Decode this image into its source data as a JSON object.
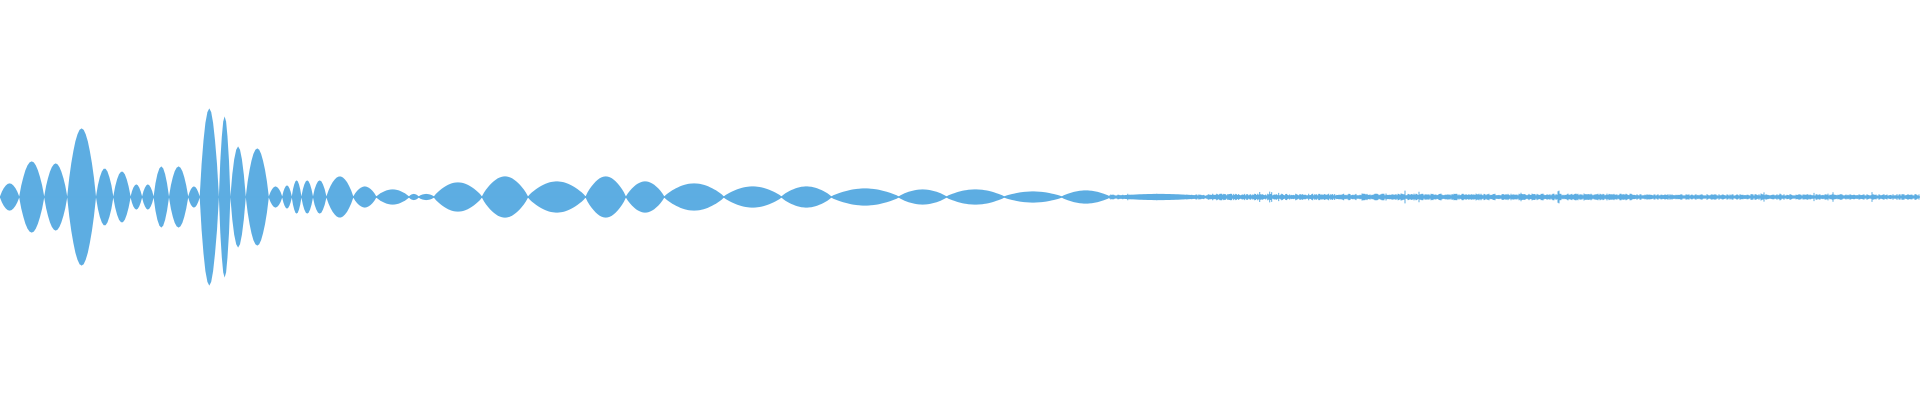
{
  "waveform": {
    "color": "#5dade2",
    "background": "#ffffff",
    "segments": [
      {
        "start": 0.0,
        "end": 0.01,
        "amp": 0.13
      },
      {
        "start": 0.01,
        "end": 0.023,
        "amp": 0.35
      },
      {
        "start": 0.023,
        "end": 0.035,
        "amp": 0.33
      },
      {
        "start": 0.035,
        "end": 0.05,
        "amp": 0.68
      },
      {
        "start": 0.05,
        "end": 0.059,
        "amp": 0.28
      },
      {
        "start": 0.059,
        "end": 0.068,
        "amp": 0.25
      },
      {
        "start": 0.068,
        "end": 0.074,
        "amp": 0.12
      },
      {
        "start": 0.074,
        "end": 0.08,
        "amp": 0.12
      },
      {
        "start": 0.08,
        "end": 0.088,
        "amp": 0.3
      },
      {
        "start": 0.088,
        "end": 0.098,
        "amp": 0.3
      },
      {
        "start": 0.098,
        "end": 0.104,
        "amp": 0.1
      },
      {
        "start": 0.104,
        "end": 0.114,
        "amp": 0.88
      },
      {
        "start": 0.114,
        "end": 0.12,
        "amp": 0.8
      },
      {
        "start": 0.12,
        "end": 0.128,
        "amp": 0.5
      },
      {
        "start": 0.128,
        "end": 0.14,
        "amp": 0.48
      },
      {
        "start": 0.14,
        "end": 0.147,
        "amp": 0.1
      },
      {
        "start": 0.147,
        "end": 0.152,
        "amp": 0.11
      },
      {
        "start": 0.152,
        "end": 0.157,
        "amp": 0.16
      },
      {
        "start": 0.157,
        "end": 0.163,
        "amp": 0.16
      },
      {
        "start": 0.163,
        "end": 0.17,
        "amp": 0.16
      },
      {
        "start": 0.17,
        "end": 0.184,
        "amp": 0.2
      },
      {
        "start": 0.184,
        "end": 0.196,
        "amp": 0.1
      },
      {
        "start": 0.196,
        "end": 0.213,
        "amp": 0.07
      },
      {
        "start": 0.213,
        "end": 0.218,
        "amp": 0.025
      },
      {
        "start": 0.218,
        "end": 0.226,
        "amp": 0.025
      },
      {
        "start": 0.226,
        "end": 0.251,
        "amp": 0.14
      },
      {
        "start": 0.251,
        "end": 0.275,
        "amp": 0.2
      },
      {
        "start": 0.275,
        "end": 0.305,
        "amp": 0.15
      },
      {
        "start": 0.305,
        "end": 0.326,
        "amp": 0.2
      },
      {
        "start": 0.326,
        "end": 0.346,
        "amp": 0.15
      },
      {
        "start": 0.346,
        "end": 0.377,
        "amp": 0.13
      },
      {
        "start": 0.377,
        "end": 0.407,
        "amp": 0.1
      },
      {
        "start": 0.407,
        "end": 0.433,
        "amp": 0.1
      },
      {
        "start": 0.433,
        "end": 0.468,
        "amp": 0.08
      },
      {
        "start": 0.468,
        "end": 0.493,
        "amp": 0.07
      },
      {
        "start": 0.493,
        "end": 0.523,
        "amp": 0.07
      },
      {
        "start": 0.523,
        "end": 0.553,
        "amp": 0.05
      },
      {
        "start": 0.553,
        "end": 0.578,
        "amp": 0.06
      },
      {
        "start": 0.578,
        "end": 0.629,
        "amp": 0.025
      }
    ],
    "noise": [
      {
        "start": 0.578,
        "end": 0.629,
        "amp": 0.02
      },
      {
        "start": 0.629,
        "end": 0.7,
        "amp": 0.028
      },
      {
        "start": 0.7,
        "end": 0.85,
        "amp": 0.03
      },
      {
        "start": 0.85,
        "end": 1.0,
        "amp": 0.024
      }
    ]
  }
}
